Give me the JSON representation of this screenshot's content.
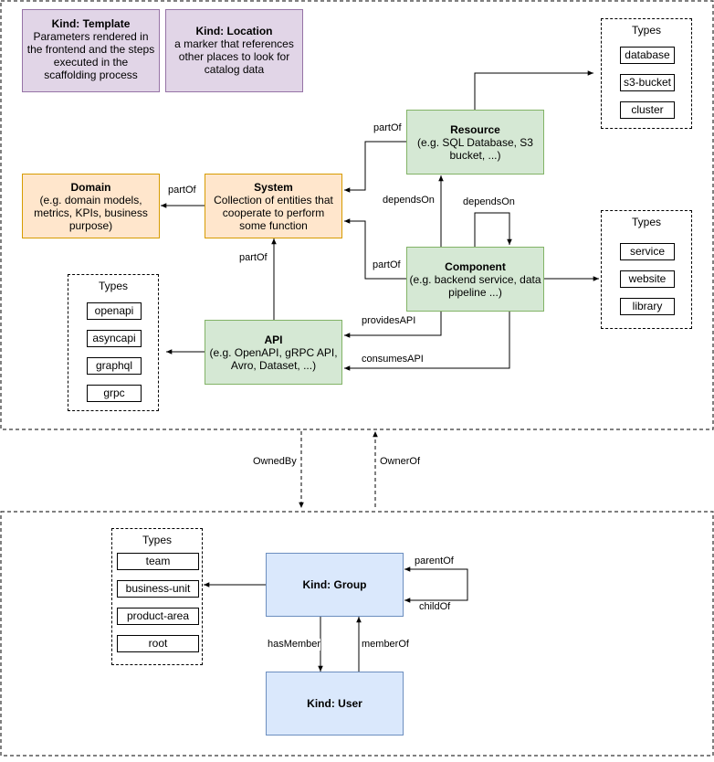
{
  "kind_template": {
    "title": "Kind: Template",
    "desc": "Parameters rendered in the frontend and the steps executed in  the scaffolding process"
  },
  "kind_location": {
    "title": "Kind: Location",
    "desc": "a marker that references other places to look for catalog data"
  },
  "resource": {
    "title": "Resource",
    "desc": "(e.g. SQL Database, S3 bucket, ...)"
  },
  "domain": {
    "title": "Domain",
    "desc": "(e.g.  domain models, metrics, KPIs, business purpose)"
  },
  "system": {
    "title": "System",
    "desc": "Collection of entities that cooperate to perform some function"
  },
  "component": {
    "title": "Component",
    "desc": "(e.g. backend service, data pipeline ...)"
  },
  "api": {
    "title": "API",
    "desc": "(e.g. OpenAPI, gRPC API, Avro, Dataset, ...)"
  },
  "group": {
    "title": "Kind: Group"
  },
  "user": {
    "title": "Kind: User"
  },
  "resource_types": {
    "title": "Types",
    "items": [
      "database",
      "s3-bucket",
      "cluster"
    ]
  },
  "component_types": {
    "title": "Types",
    "items": [
      "service",
      "website",
      "library"
    ]
  },
  "api_types": {
    "title": "Types",
    "items": [
      "openapi",
      "asyncapi",
      "graphql",
      "grpc"
    ]
  },
  "group_types": {
    "title": "Types",
    "items": [
      "team",
      "business-unit",
      "product-area",
      "root"
    ]
  },
  "edges": {
    "resource_partof": "partOf",
    "system_partof_domain": "partOf",
    "resource_dependson": "dependsOn",
    "component_dependson": "dependsOn",
    "api_partof": "partOf",
    "component_partof": "partOf",
    "providesapi": "providesAPI",
    "consumesapi": "consumesAPI",
    "ownedby": "OwnedBy",
    "ownerof": "OwnerOf",
    "parentof": "parentOf",
    "childof": "childOf",
    "hasmember": "hasMember",
    "memberof": "memberOf"
  }
}
